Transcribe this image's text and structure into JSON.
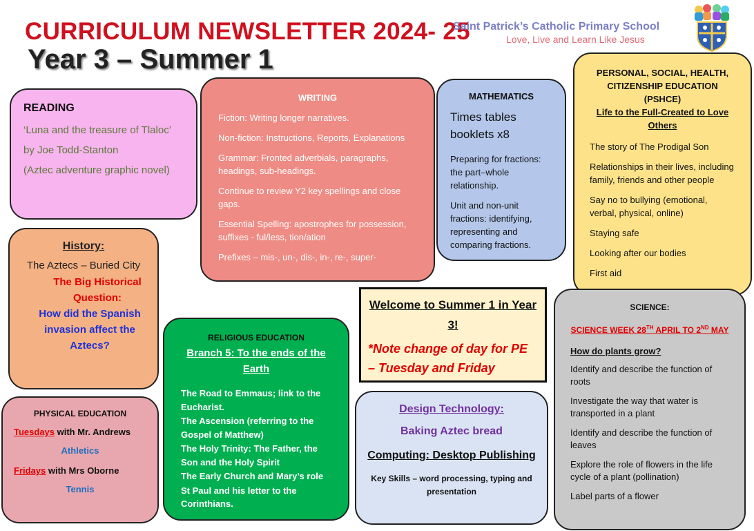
{
  "header": {
    "title": "CURRICULUM NEWSLETTER 2024- 25",
    "subtitle": "Year 3 – Summer 1",
    "school_name": "Saint Patrick’s Catholic Primary School",
    "school_motto": "Love, Live and Learn Like Jesus"
  },
  "reading": {
    "heading": "READING",
    "lines": [
      "‘Luna and the treasure of Tlaloc’",
      "by Joe Todd-Stanton",
      "(Aztec adventure graphic novel)"
    ]
  },
  "writing": {
    "heading": "WRITING",
    "items": [
      "Fiction: Writing longer narratives.",
      "Non-fiction: Instructions, Reports, Explanations",
      "Grammar: Fronted adverbials, paragraphs, headings, sub-headings.",
      "Continue to review Y2 key spellings and close gaps.",
      "Essential Spelling: apostrophes for possession, suffixes - ful/less, tion/ation",
      "Prefixes – mis-, un-, dis-, in-, re-, super-"
    ]
  },
  "mathematics": {
    "heading": "MATHEMATICS",
    "highlight": "Times tables booklets x8",
    "items": [
      "Preparing for fractions: the part–whole relationship.",
      "Unit and non-unit fractions: identifying, representing and comparing fractions."
    ]
  },
  "pshce": {
    "heading": "PERSONAL, SOCIAL, HEALTH, CITIZENSHIP EDUCATION (PSHCE)",
    "subheading": "Life to the Full-Created to Love Others",
    "items": [
      "The story of The Prodigal Son",
      "Relationships in their lives, including family, friends and other people",
      "Say no to bullying (emotional, verbal, physical, online)",
      "Staying safe",
      "Looking after our bodies",
      "First aid"
    ]
  },
  "history": {
    "heading": "History:",
    "topic": "The Aztecs – Buried City",
    "question_label": "The Big Historical Question:",
    "question": "How did the Spanish invasion affect the Aztecs?"
  },
  "pe": {
    "heading": "PHYSICAL EDUCATION",
    "day1": "Tuesdays",
    "teacher1": " with Mr. Andrews",
    "sport1": "Athletics",
    "day2": "Fridays",
    "teacher2": " with Mrs Oborne",
    "sport2": "Tennis"
  },
  "re": {
    "heading": "RELIGIOUS EDUCATION",
    "subheading": "Branch 5: To the ends of the Earth",
    "items": [
      "The Road to Emmaus; link to the Eucharist.",
      "The Ascension (referring to the Gospel of Matthew)",
      "The Holy Trinity: The Father, the Son and the Holy Spirit",
      "The Early Church and Mary’s role",
      "St Paul and his letter to the Corinthians."
    ]
  },
  "welcome": {
    "heading": "Welcome to Summer 1 in Year 3!",
    "note": "*Note change of day for PE – Tuesday and Friday"
  },
  "dt": {
    "heading": "Design Technology:",
    "project": "Baking Aztec bread",
    "computing": "Computing: Desktop Publishing",
    "skills": "Key Skills – word processing, typing and presentation"
  },
  "science": {
    "heading": "SCIENCE:",
    "week_a": "SCIENCE WEEK 28",
    "week_sup1": "TH",
    "week_b": " APRIL TO 2",
    "week_sup2": "ND",
    "week_c": " MAY",
    "question": "How do plants grow?",
    "items": [
      "Identify and describe the function of roots",
      "Investigate the way that water is transported in a plant",
      "Identify and describe the function of leaves",
      "Explore the role of flowers in the life cycle of a plant (pollination)",
      "Label parts of a flower"
    ]
  }
}
